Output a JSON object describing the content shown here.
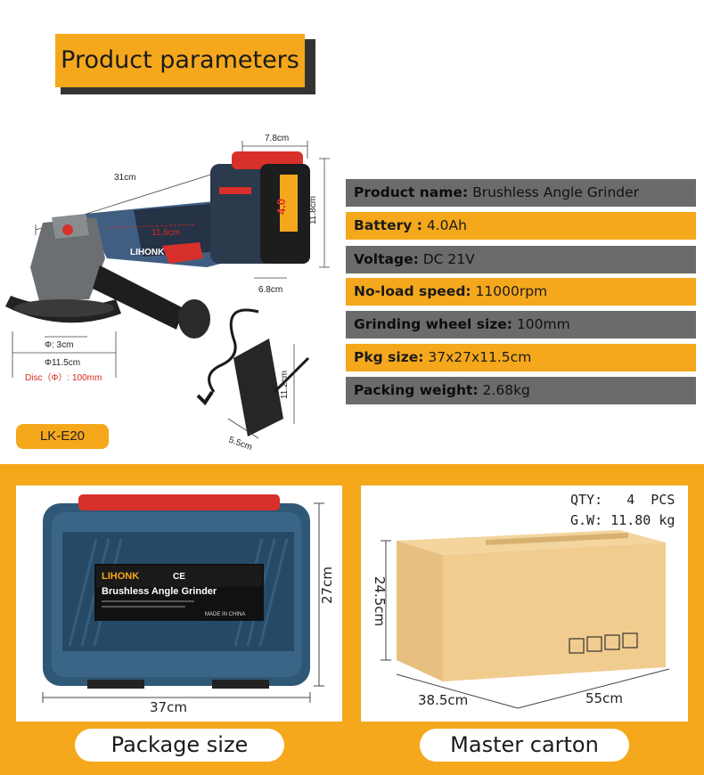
{
  "header": {
    "title": "Product parameters"
  },
  "model": {
    "code": "LK-E20"
  },
  "tool_dimensions": {
    "length": "31cm",
    "battery_width": "7.8cm",
    "battery_height": "11.8cm",
    "battery_depth": "6.8cm",
    "handle_inner": "11.6cm",
    "bore": "Φ:  3cm",
    "head": "Φ11.5cm",
    "disc": "Disc（Φ）: 100mm",
    "charger_height": "11.2cm",
    "charger_width": "5.5cm",
    "brand_on_tool": "LIHONK",
    "battery_label": "4.0"
  },
  "specs": [
    {
      "label": "Product name:",
      "value": " Brushless Angle Grinder",
      "style": "gray"
    },
    {
      "label": "Battery :",
      "value": " 4.0Ah",
      "style": "orange"
    },
    {
      "label": "Voltage:",
      "value": " DC 21V",
      "style": "gray"
    },
    {
      "label": "No-load speed:",
      "value": " 11000rpm",
      "style": "orange"
    },
    {
      "label": "Grinding wheel size:",
      "value": " 100mm",
      "style": "gray"
    },
    {
      "label": "Pkg size:",
      "value": " 37x27x11.5cm",
      "style": "orange"
    },
    {
      "label": "Packing weight:",
      "value": " 2.68kg",
      "style": "gray"
    }
  ],
  "package": {
    "caption": "Package size",
    "width": "37cm",
    "height": "27cm",
    "case_brand": "LIHONK",
    "case_product": "Brushless Angle Grinder",
    "case_marks": "CE",
    "case_origin": "MADE IN CHINA"
  },
  "carton": {
    "caption": "Master carton",
    "qty": "QTY:   4  PCS",
    "gw": "G.W: 11.80 kg",
    "height": "24.5cm",
    "depth": "38.5cm",
    "length": "55cm"
  },
  "colors": {
    "accent": "#f5a81c",
    "gray_row": "#6b6b6b",
    "case_blue": "#2f5876",
    "case_red": "#d8302a"
  }
}
